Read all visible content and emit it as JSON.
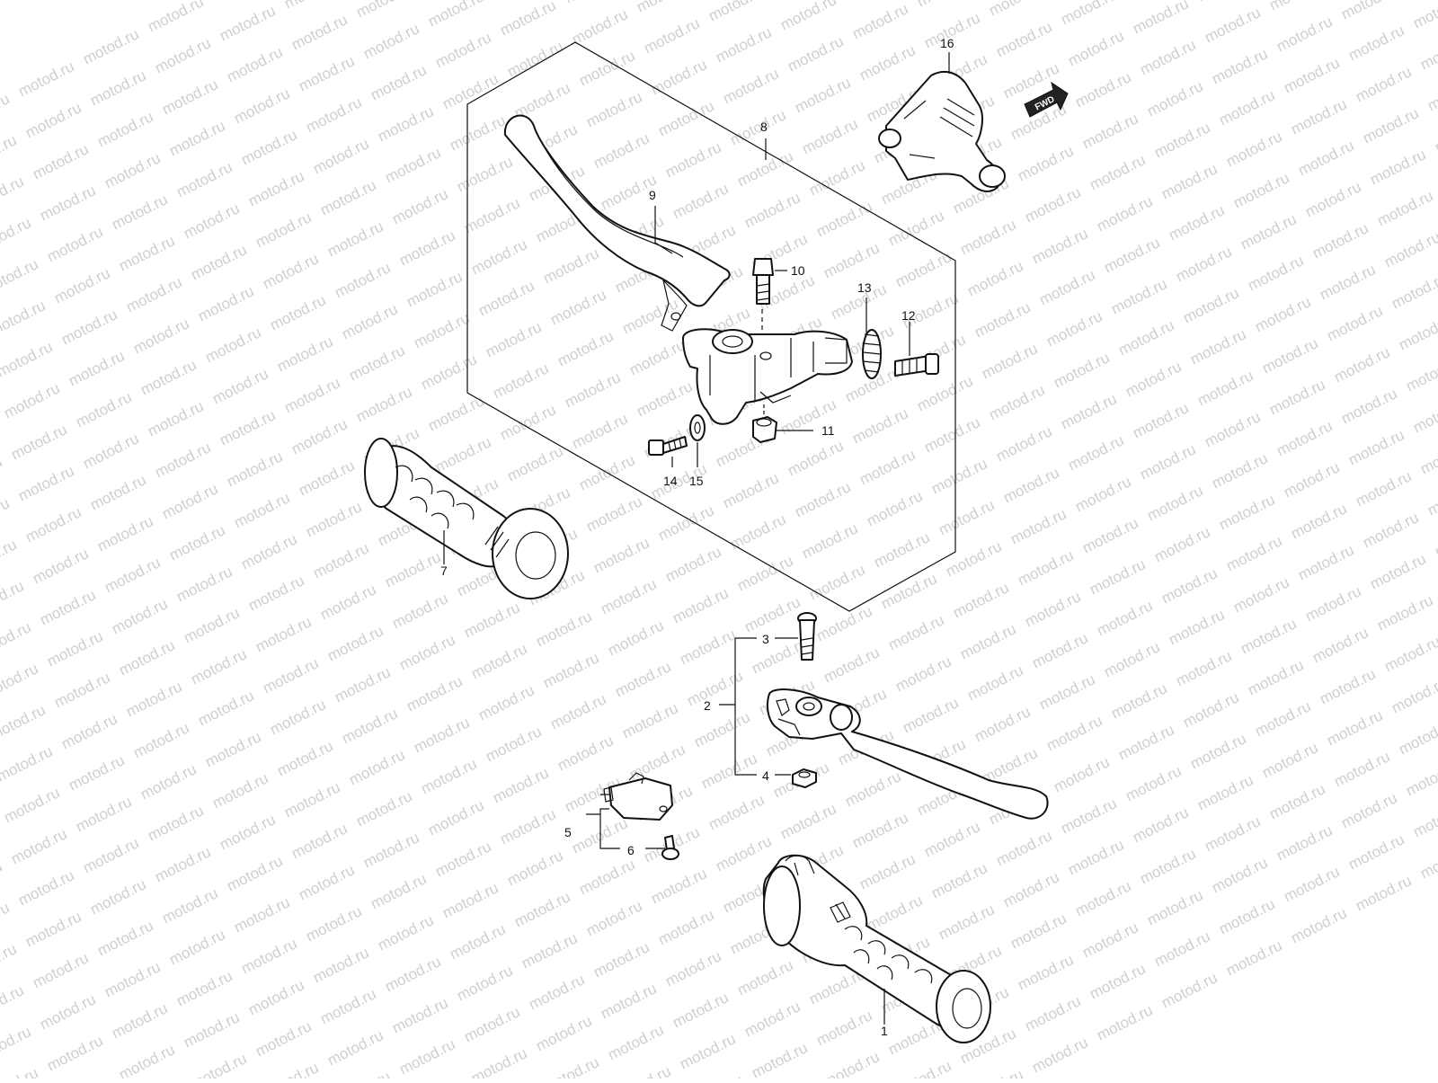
{
  "watermark": {
    "text": "motod.ru"
  },
  "fwd_label": "FWD",
  "callouts": [
    {
      "id": "c1",
      "text": "1"
    },
    {
      "id": "c2",
      "text": "2"
    },
    {
      "id": "c3",
      "text": "3"
    },
    {
      "id": "c4",
      "text": "4"
    },
    {
      "id": "c5",
      "text": "5"
    },
    {
      "id": "c6",
      "text": "6"
    },
    {
      "id": "c7",
      "text": "7"
    },
    {
      "id": "c8",
      "text": "8"
    },
    {
      "id": "c9",
      "text": "9"
    },
    {
      "id": "c10",
      "text": "10"
    },
    {
      "id": "c11",
      "text": "11"
    },
    {
      "id": "c12",
      "text": "12"
    },
    {
      "id": "c13",
      "text": "13"
    },
    {
      "id": "c14",
      "text": "14"
    },
    {
      "id": "c15",
      "text": "15"
    },
    {
      "id": "c16",
      "text": "16"
    }
  ],
  "colors": {
    "line": "#111111",
    "watermark": "#cfcfcf",
    "background": "#ffffff"
  }
}
